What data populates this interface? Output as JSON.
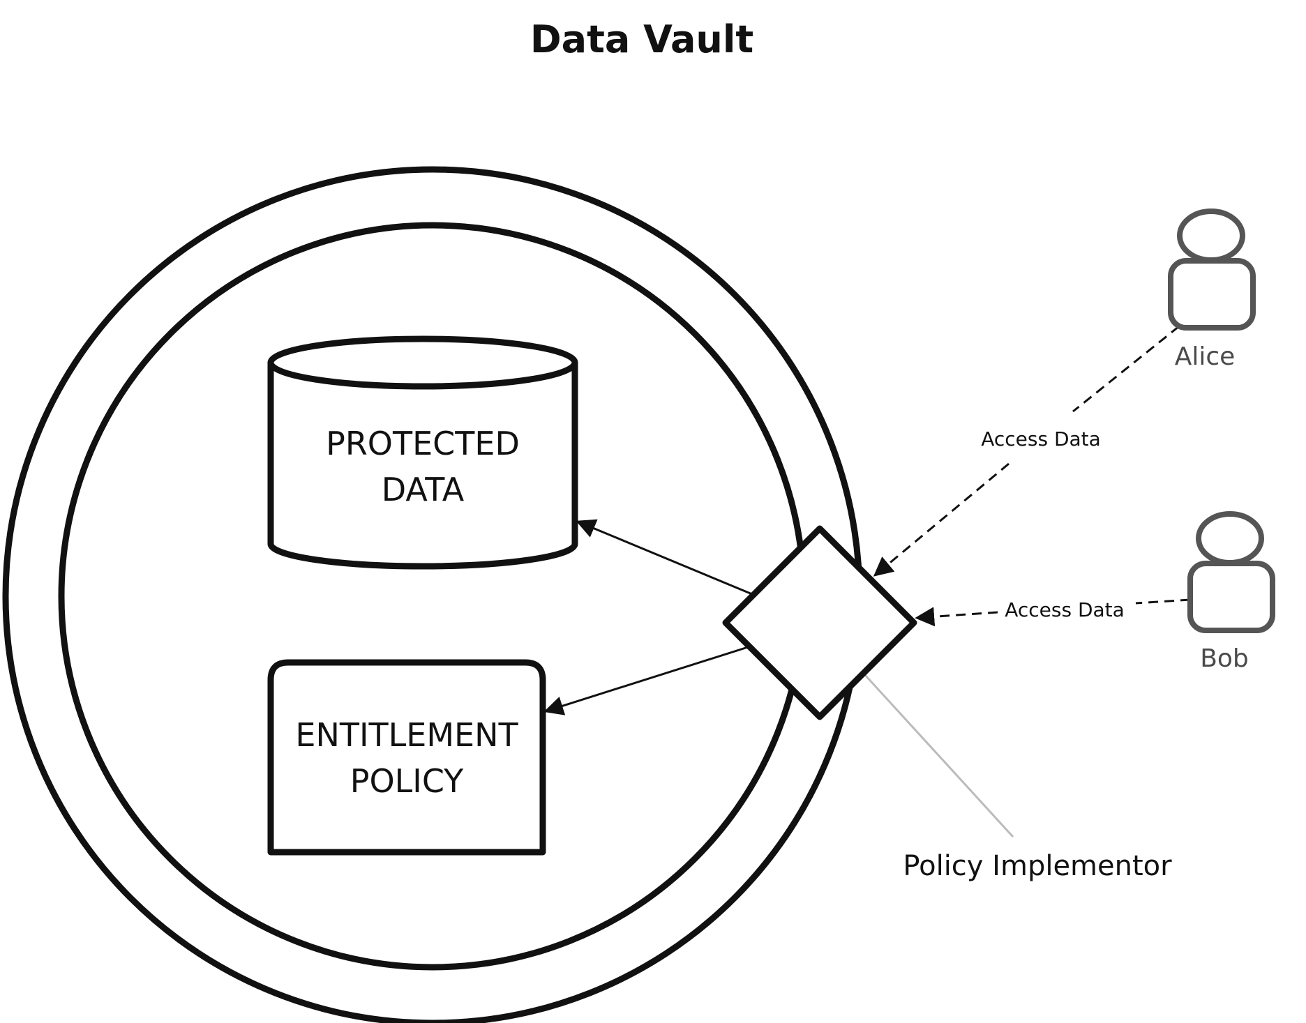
{
  "title": "Data Vault",
  "nodes": {
    "protected_data": {
      "line1": "PROTECTED",
      "line2": "DATA"
    },
    "entitlement_policy": {
      "line1": "ENTITLEMENT",
      "line2": "POLICY"
    },
    "policy_implementor": {
      "label": "Policy Implementor"
    }
  },
  "actors": [
    {
      "name": "Alice",
      "edge_label": "Access Data"
    },
    {
      "name": "Bob",
      "edge_label": "Access Data"
    }
  ],
  "colors": {
    "stroke": "#111111",
    "actor": "#555555",
    "callout_line": "#bbbbbb"
  }
}
